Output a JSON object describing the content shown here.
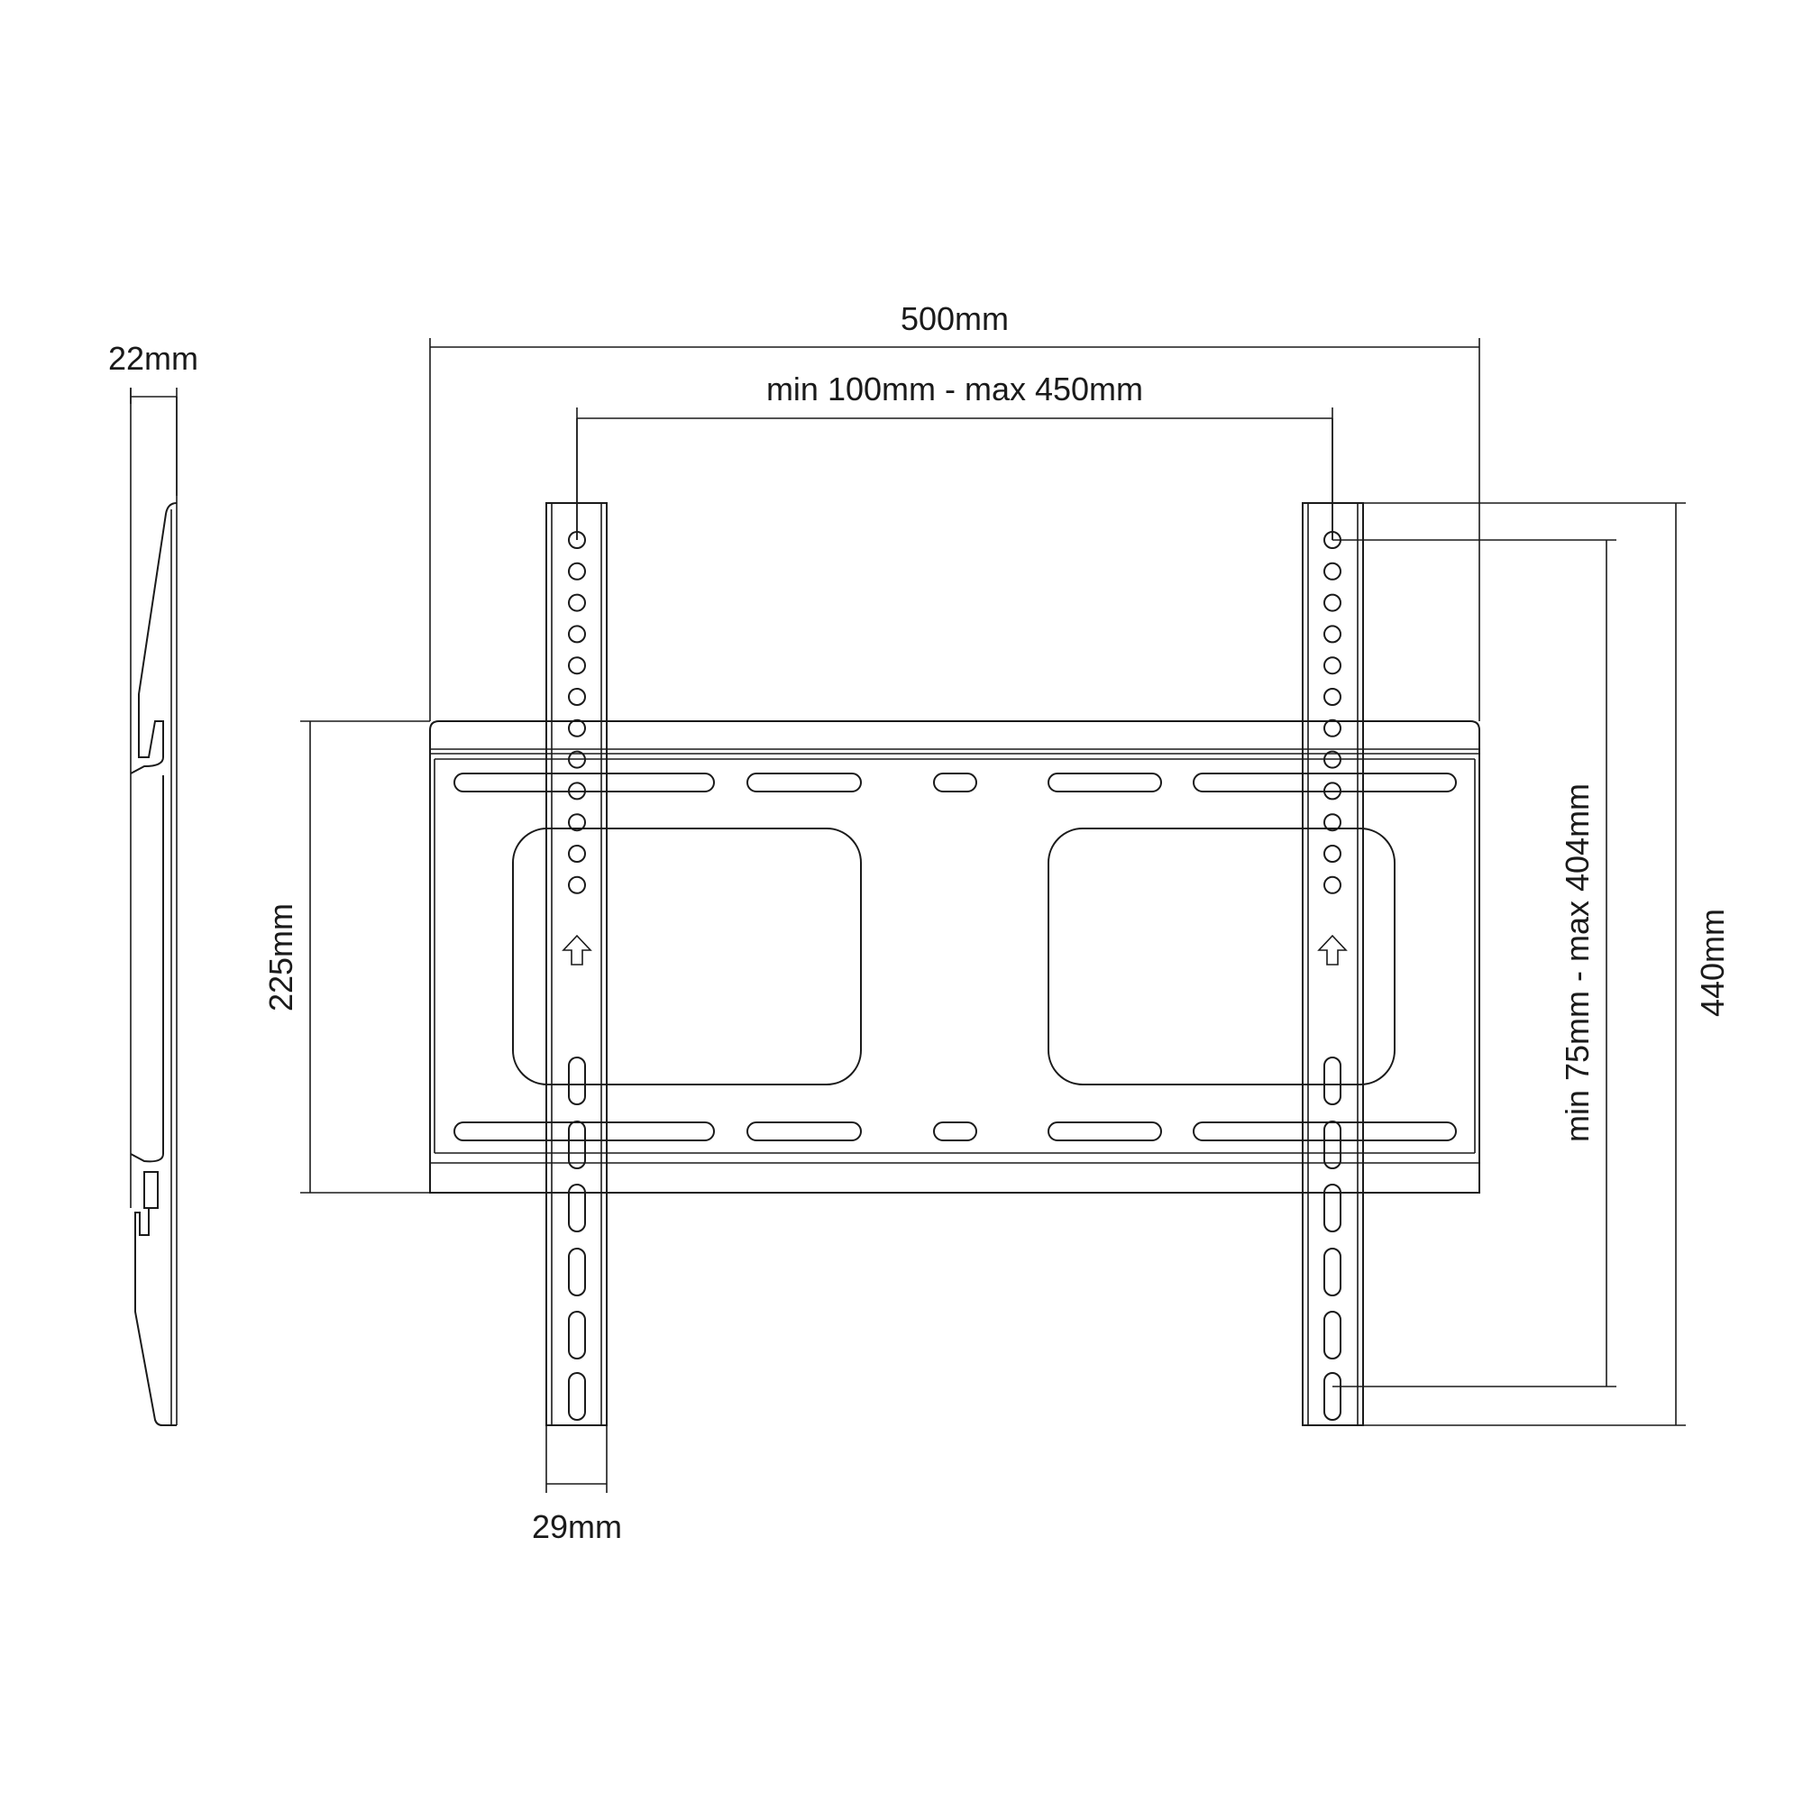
{
  "dimensions": {
    "overall_width": "500mm",
    "vesa_horizontal": "min 100mm - max 450mm",
    "plate_height": "225mm",
    "vesa_vertical": "min 75mm - max 404mm",
    "overall_height": "440mm",
    "strip_width": "29mm",
    "depth": "22mm"
  },
  "colors": {
    "line": "#1a1a1a",
    "background": "#ffffff"
  }
}
